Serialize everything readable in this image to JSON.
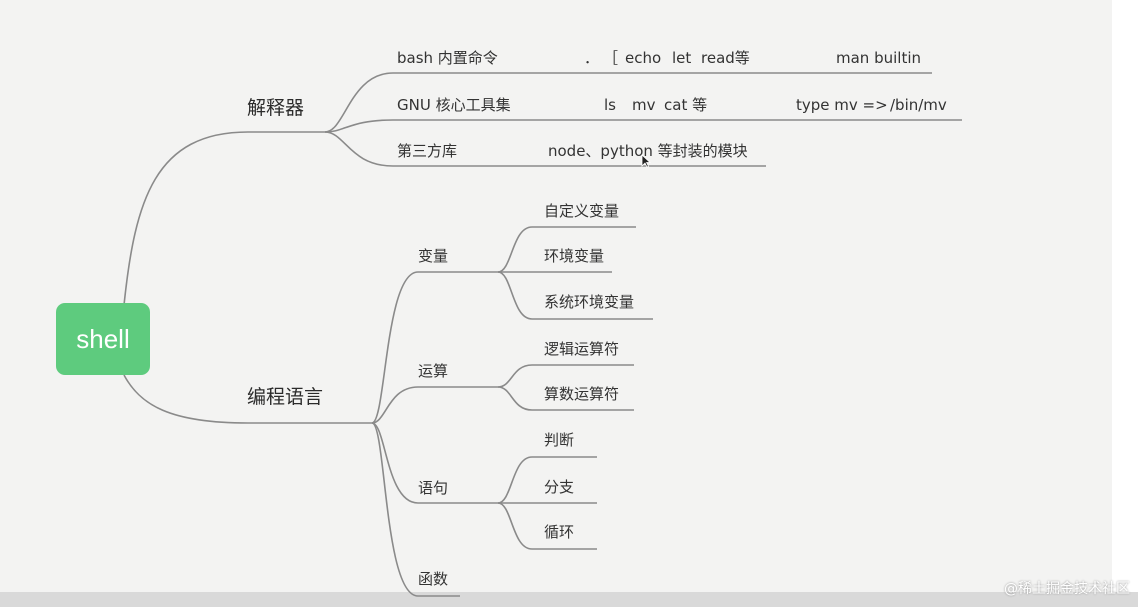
{
  "root": {
    "label": "shell",
    "color": "#5ecb7e"
  },
  "branches": {
    "interpreter": {
      "label": "解释器",
      "items": [
        {
          "label": "bash 内置命令",
          "examples": [
            "．",
            "［",
            "echo",
            "let",
            "read等",
            "man builtin"
          ]
        },
        {
          "label": "GNU 核心工具集",
          "examples": [
            "ls",
            "mv",
            "cat 等",
            "type mv =>",
            "/bin/mv"
          ]
        },
        {
          "label": "第三方库",
          "examples": [
            "node、python 等封装的模块"
          ]
        }
      ]
    },
    "programming": {
      "label": "编程语言",
      "groups": [
        {
          "label": "变量",
          "children": [
            "自定义变量",
            "环境变量",
            "系统环境变量"
          ]
        },
        {
          "label": "运算",
          "children": [
            "逻辑运算符",
            "算数运算符"
          ]
        },
        {
          "label": "语句",
          "children": [
            "判断",
            "分支",
            "循环"
          ]
        },
        {
          "label": "函数",
          "children": []
        }
      ]
    }
  },
  "watermark": "@稀土掘金技术社区",
  "line_color": "#8a8a8a"
}
